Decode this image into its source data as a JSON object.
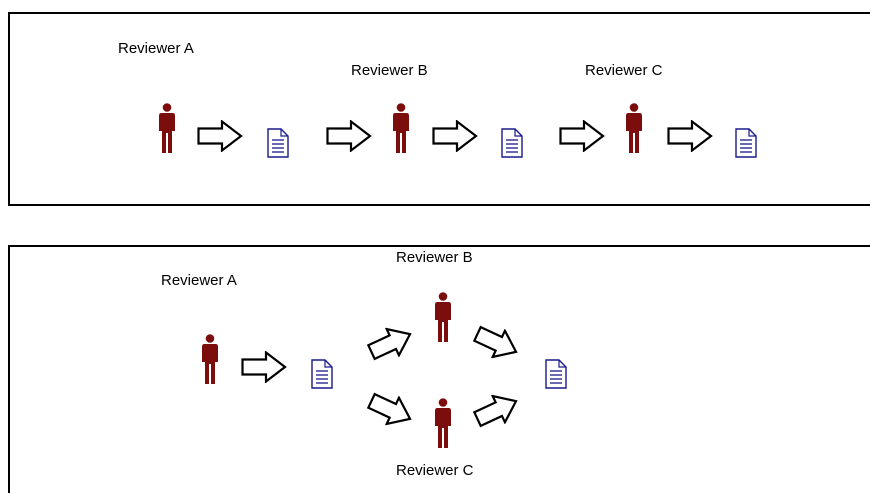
{
  "colors": {
    "person": "#7b0d0d",
    "document": "#1a1a8c",
    "arrow_stroke": "#000000",
    "arrow_fill": "#ffffff",
    "border": "#000000"
  },
  "sequential": {
    "reviewer_a": "Reviewer A",
    "reviewer_b": "Reviewer B",
    "reviewer_c": "Reviewer C"
  },
  "parallel": {
    "reviewer_a": "Reviewer A",
    "reviewer_b": "Reviewer B",
    "reviewer_c": "Reviewer C"
  },
  "icons": {
    "person": "person-icon",
    "arrow": "arrow-icon",
    "document": "document-icon"
  }
}
